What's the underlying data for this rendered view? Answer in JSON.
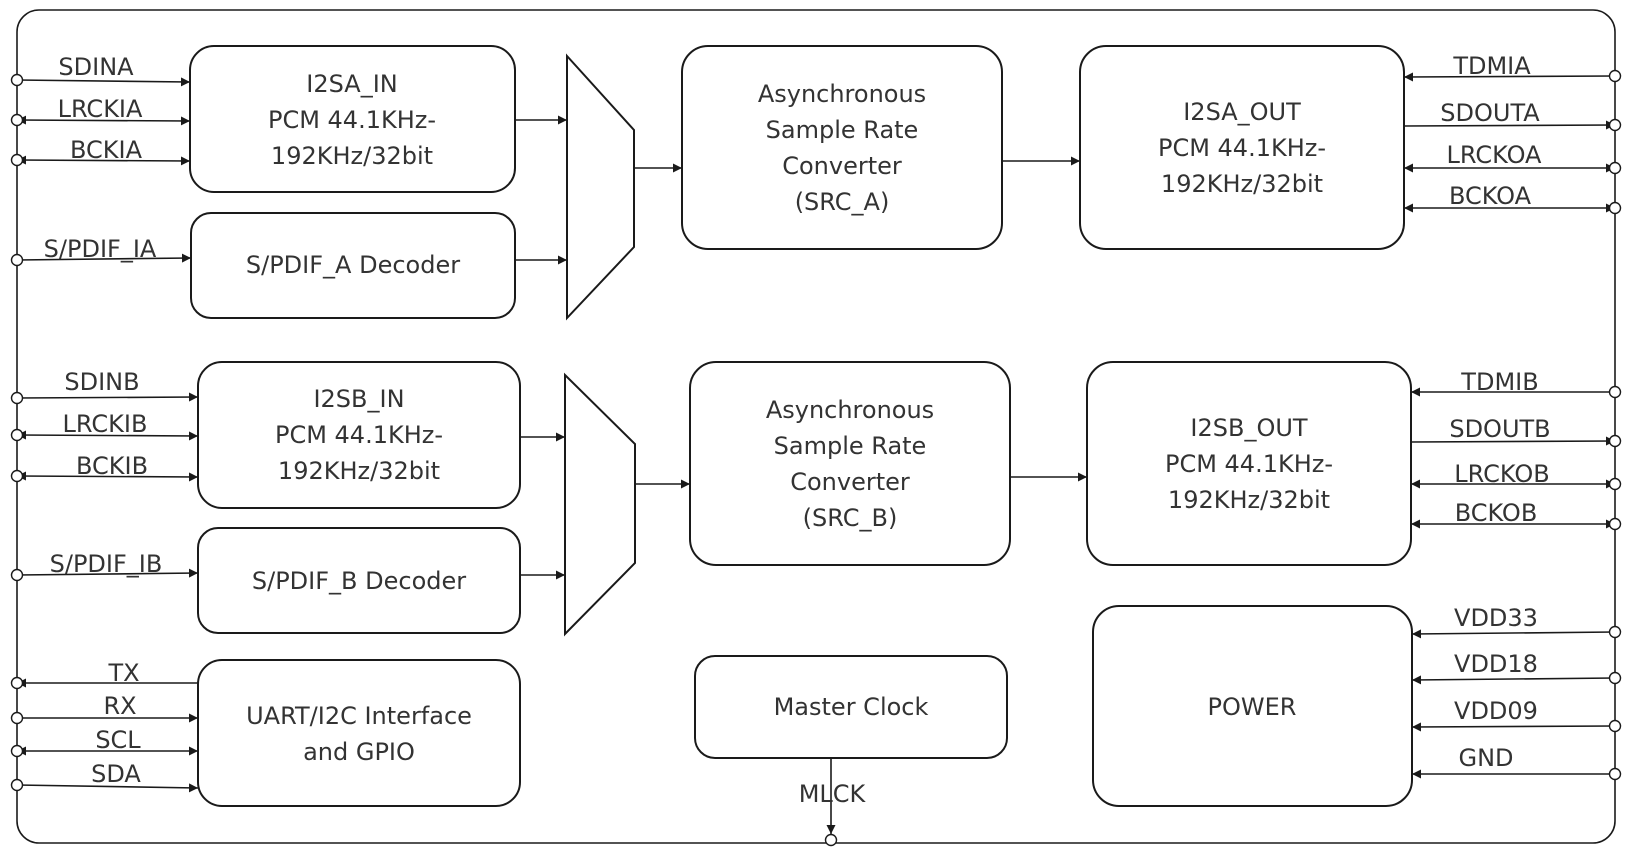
{
  "blocks": {
    "i2sa_in": [
      "I2SA_IN",
      "PCM 44.1KHz-",
      "192KHz/32bit"
    ],
    "spdif_a": [
      "S/PDIF_A Decoder"
    ],
    "src_a": [
      "Asynchronous",
      "Sample Rate",
      "Converter",
      "(SRC_A)"
    ],
    "i2sa_out": [
      "I2SA_OUT",
      "PCM 44.1KHz-",
      "192KHz/32bit"
    ],
    "i2sb_in": [
      "I2SB_IN",
      "PCM 44.1KHz-",
      "192KHz/32bit"
    ],
    "spdif_b": [
      "S/PDIF_B Decoder"
    ],
    "src_b": [
      "Asynchronous",
      "Sample Rate",
      "Converter",
      "(SRC_B)"
    ],
    "i2sb_out": [
      "I2SB_OUT",
      "PCM 44.1KHz-",
      "192KHz/32bit"
    ],
    "uart": [
      "UART/I2C  Interface",
      "and GPIO"
    ],
    "mclk": [
      "Master Clock"
    ],
    "power": [
      "POWER"
    ]
  },
  "signals": {
    "sdina": "SDINA",
    "lrckia": "LRCKIA",
    "bckia": "BCKIA",
    "spdif_ia": "S/PDIF_IA",
    "sdinb": "SDINB",
    "lrckib": "LRCKIB",
    "bckib": "BCKIB",
    "spdif_ib": "S/PDIF_IB",
    "tx": "TX",
    "rx": "RX",
    "scl": "SCL",
    "sda": "SDA",
    "tdmia": "TDMIA",
    "sdouta": "SDOUTA",
    "lrckoa": "LRCKOA",
    "bckoa": "BCKOA",
    "tdmib": "TDMIB",
    "sdoutb": "SDOUTB",
    "lrckob": "LRCKOB",
    "bckob": "BCKOB",
    "vdd33": "VDD33",
    "vdd18": "VDD18",
    "vdd09": "VDD09",
    "gnd": "GND",
    "mlck": "MLCK"
  }
}
